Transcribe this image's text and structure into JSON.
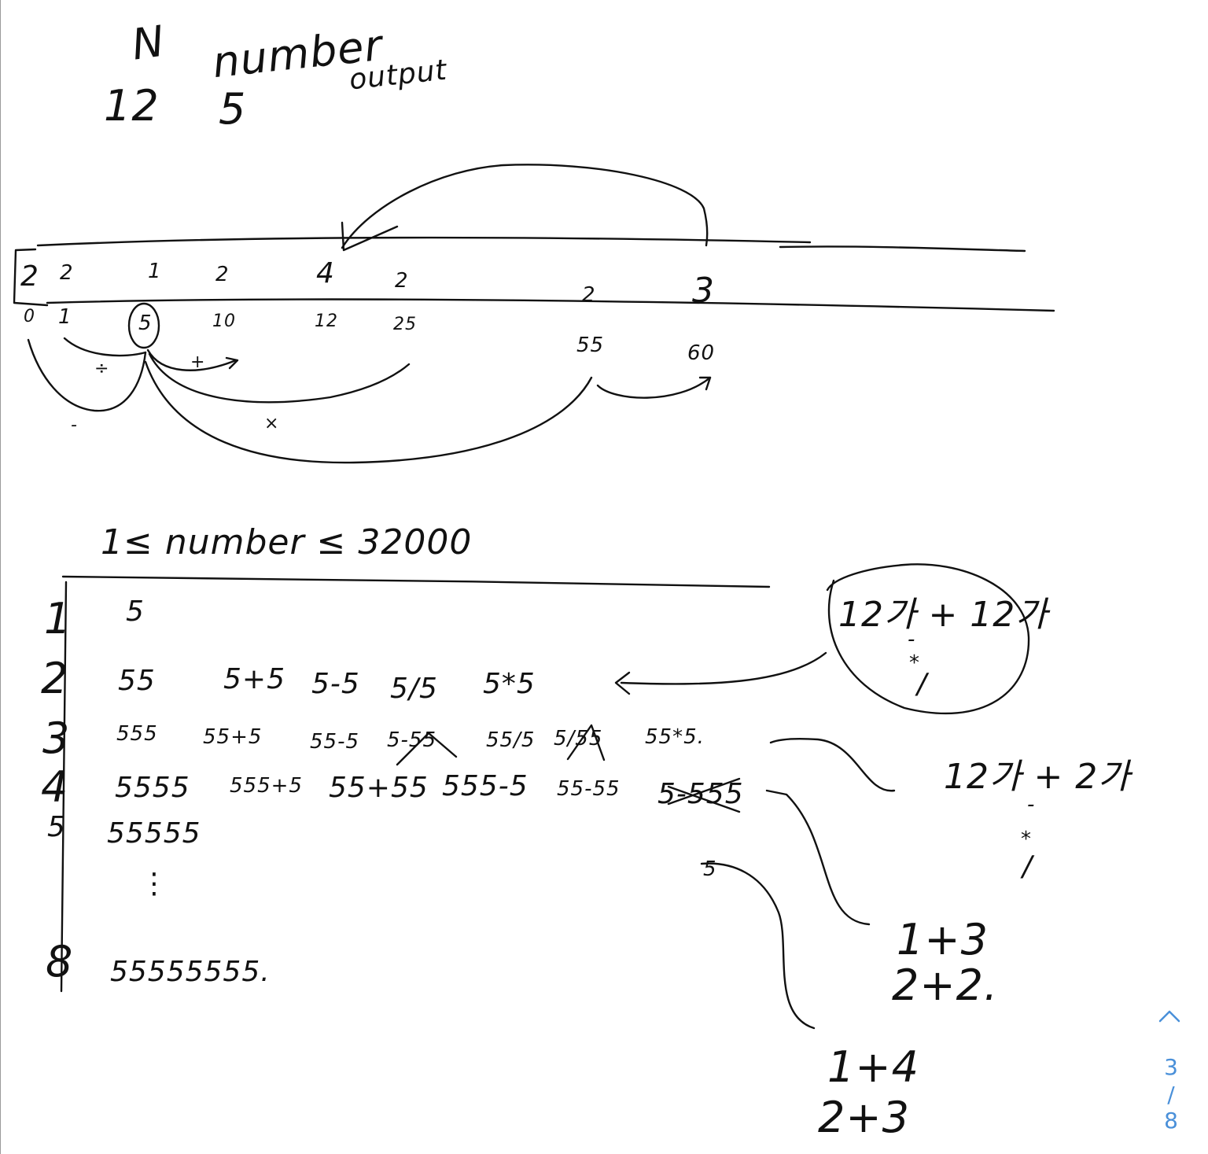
{
  "header": {
    "col_n": "N",
    "col_number": "number",
    "col_output": "output",
    "val_n": "12",
    "val_number": "5"
  },
  "array_row": {
    "labels": [
      "2",
      "2",
      "1",
      "2",
      "4",
      "2",
      "2",
      "3"
    ],
    "indices": [
      "0",
      "1",
      "5",
      "10",
      "12",
      "25",
      "55",
      "60"
    ],
    "op_div": "÷",
    "op_plus": "+",
    "op_times": "×",
    "op_minus": "-"
  },
  "constraint": "1≤ number ≤ 32000",
  "table": {
    "rows": [
      {
        "n": "1",
        "items": [
          "5"
        ]
      },
      {
        "n": "2",
        "items": [
          "55",
          "5+5",
          "5-5",
          "5/5",
          "5*5"
        ]
      },
      {
        "n": "3",
        "items": [
          "555",
          "55+5",
          "55-5",
          "5-55",
          "55/5",
          "5/55",
          "55*5."
        ]
      },
      {
        "n": "4",
        "items": [
          "5555",
          "555+5",
          "55+55",
          "555-5",
          "55-55",
          "5-555"
        ]
      },
      {
        "n": "5",
        "items": [
          "55555"
        ]
      },
      {
        "n": "8",
        "items": [
          "55555555."
        ]
      }
    ],
    "ellipsis": "⋮"
  },
  "notes": {
    "circle_top": "12가 + 12가",
    "circle_ops_1": "-",
    "circle_ops_2": "*",
    "circle_ops_3": "/",
    "right_top": "12가 +  2가",
    "right_ops_1": "-",
    "right_ops_2": "*",
    "right_ops_3": "/",
    "sum_a1": "1+3",
    "sum_a2": "2+2.",
    "sum_b1": "1+4",
    "sum_b2": "2+3",
    "tag_5": "5"
  },
  "pager": {
    "current": "3",
    "sep": "/",
    "total": "8"
  }
}
